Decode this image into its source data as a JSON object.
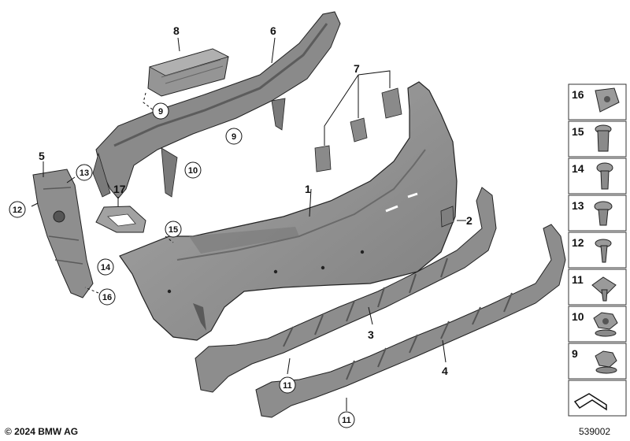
{
  "copyright": "© 2024 BMW AG",
  "document_number": "539002",
  "callouts": {
    "p1": "1",
    "p2": "2",
    "p3": "3",
    "p4": "4",
    "p5": "5",
    "p6": "6",
    "p7": "7",
    "p8": "8",
    "p9a": "9",
    "p9b": "9",
    "p10": "10",
    "p11a": "11",
    "p11b": "11",
    "p12": "12",
    "p13": "13",
    "p14": "14",
    "p15": "15",
    "p16": "16",
    "p17": "17"
  },
  "small_parts_panel": [
    "16",
    "15",
    "14",
    "13",
    "12",
    "11",
    "10",
    "9"
  ],
  "colors": {
    "part_fill": "#8f8f8f",
    "part_dark": "#6e6e6e",
    "part_light": "#b4b4b4",
    "line": "#111111"
  }
}
